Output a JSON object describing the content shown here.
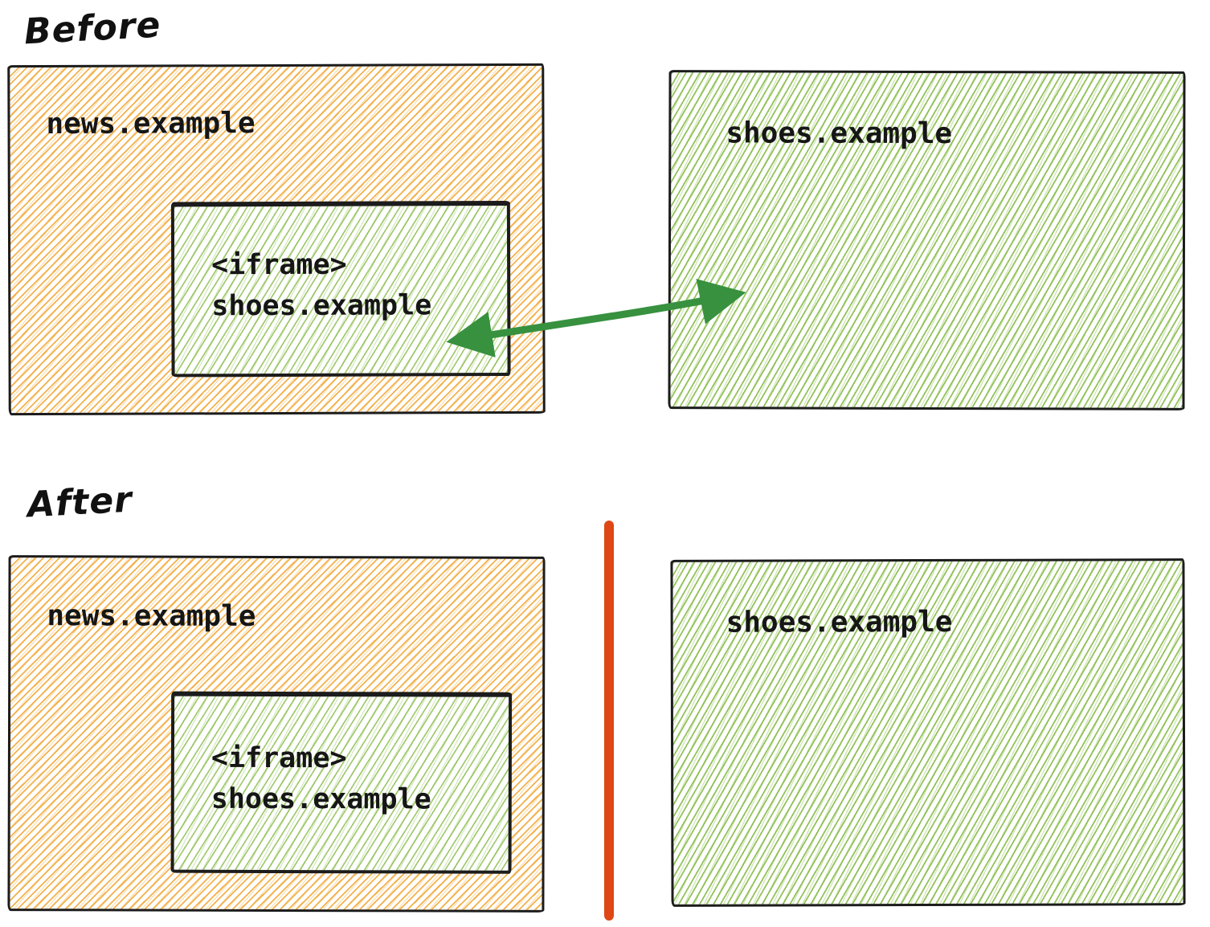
{
  "before": {
    "title": "Before",
    "news_box_label": "news.example",
    "iframe_line1": "<iframe>",
    "iframe_line2": "shoes.example",
    "shoes_box_label": "shoes.example"
  },
  "after": {
    "title": "After",
    "news_box_label": "news.example",
    "iframe_line1": "<iframe>",
    "iframe_line2": "shoes.example",
    "shoes_box_label": "shoes.example"
  },
  "colors": {
    "orange_hatch": "#F2A93B",
    "green_hatch": "#82B842",
    "arrow_green": "#37913F",
    "divider_red": "#DD4814",
    "border_dark": "#1C1C1C",
    "text_dark": "#161616"
  },
  "icons": {
    "bidirectional_arrow": "double-headed arrow linking embedded iframe storage with top-level shoes.example storage",
    "partition_divider": "vertical red line separating partitioned storage"
  }
}
